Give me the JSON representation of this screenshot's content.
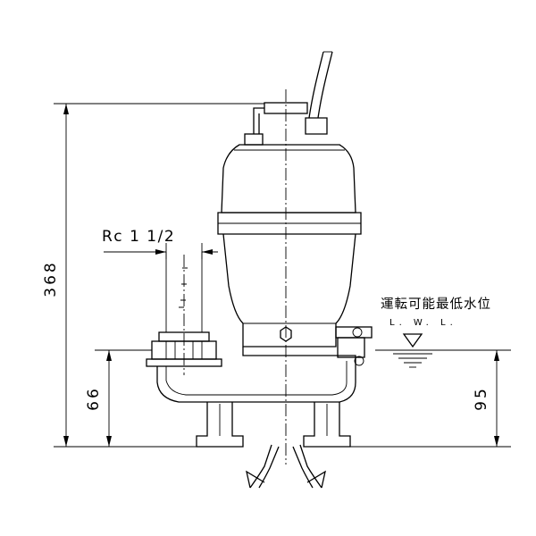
{
  "dimensions": {
    "overall_height": "368",
    "discharge_height": "66",
    "low_water_level_height": "95"
  },
  "labels": {
    "thread_size": "Rc 1 1/2",
    "operable_level_jp": "運転可能最低水位",
    "lwl": "L. W. L."
  }
}
